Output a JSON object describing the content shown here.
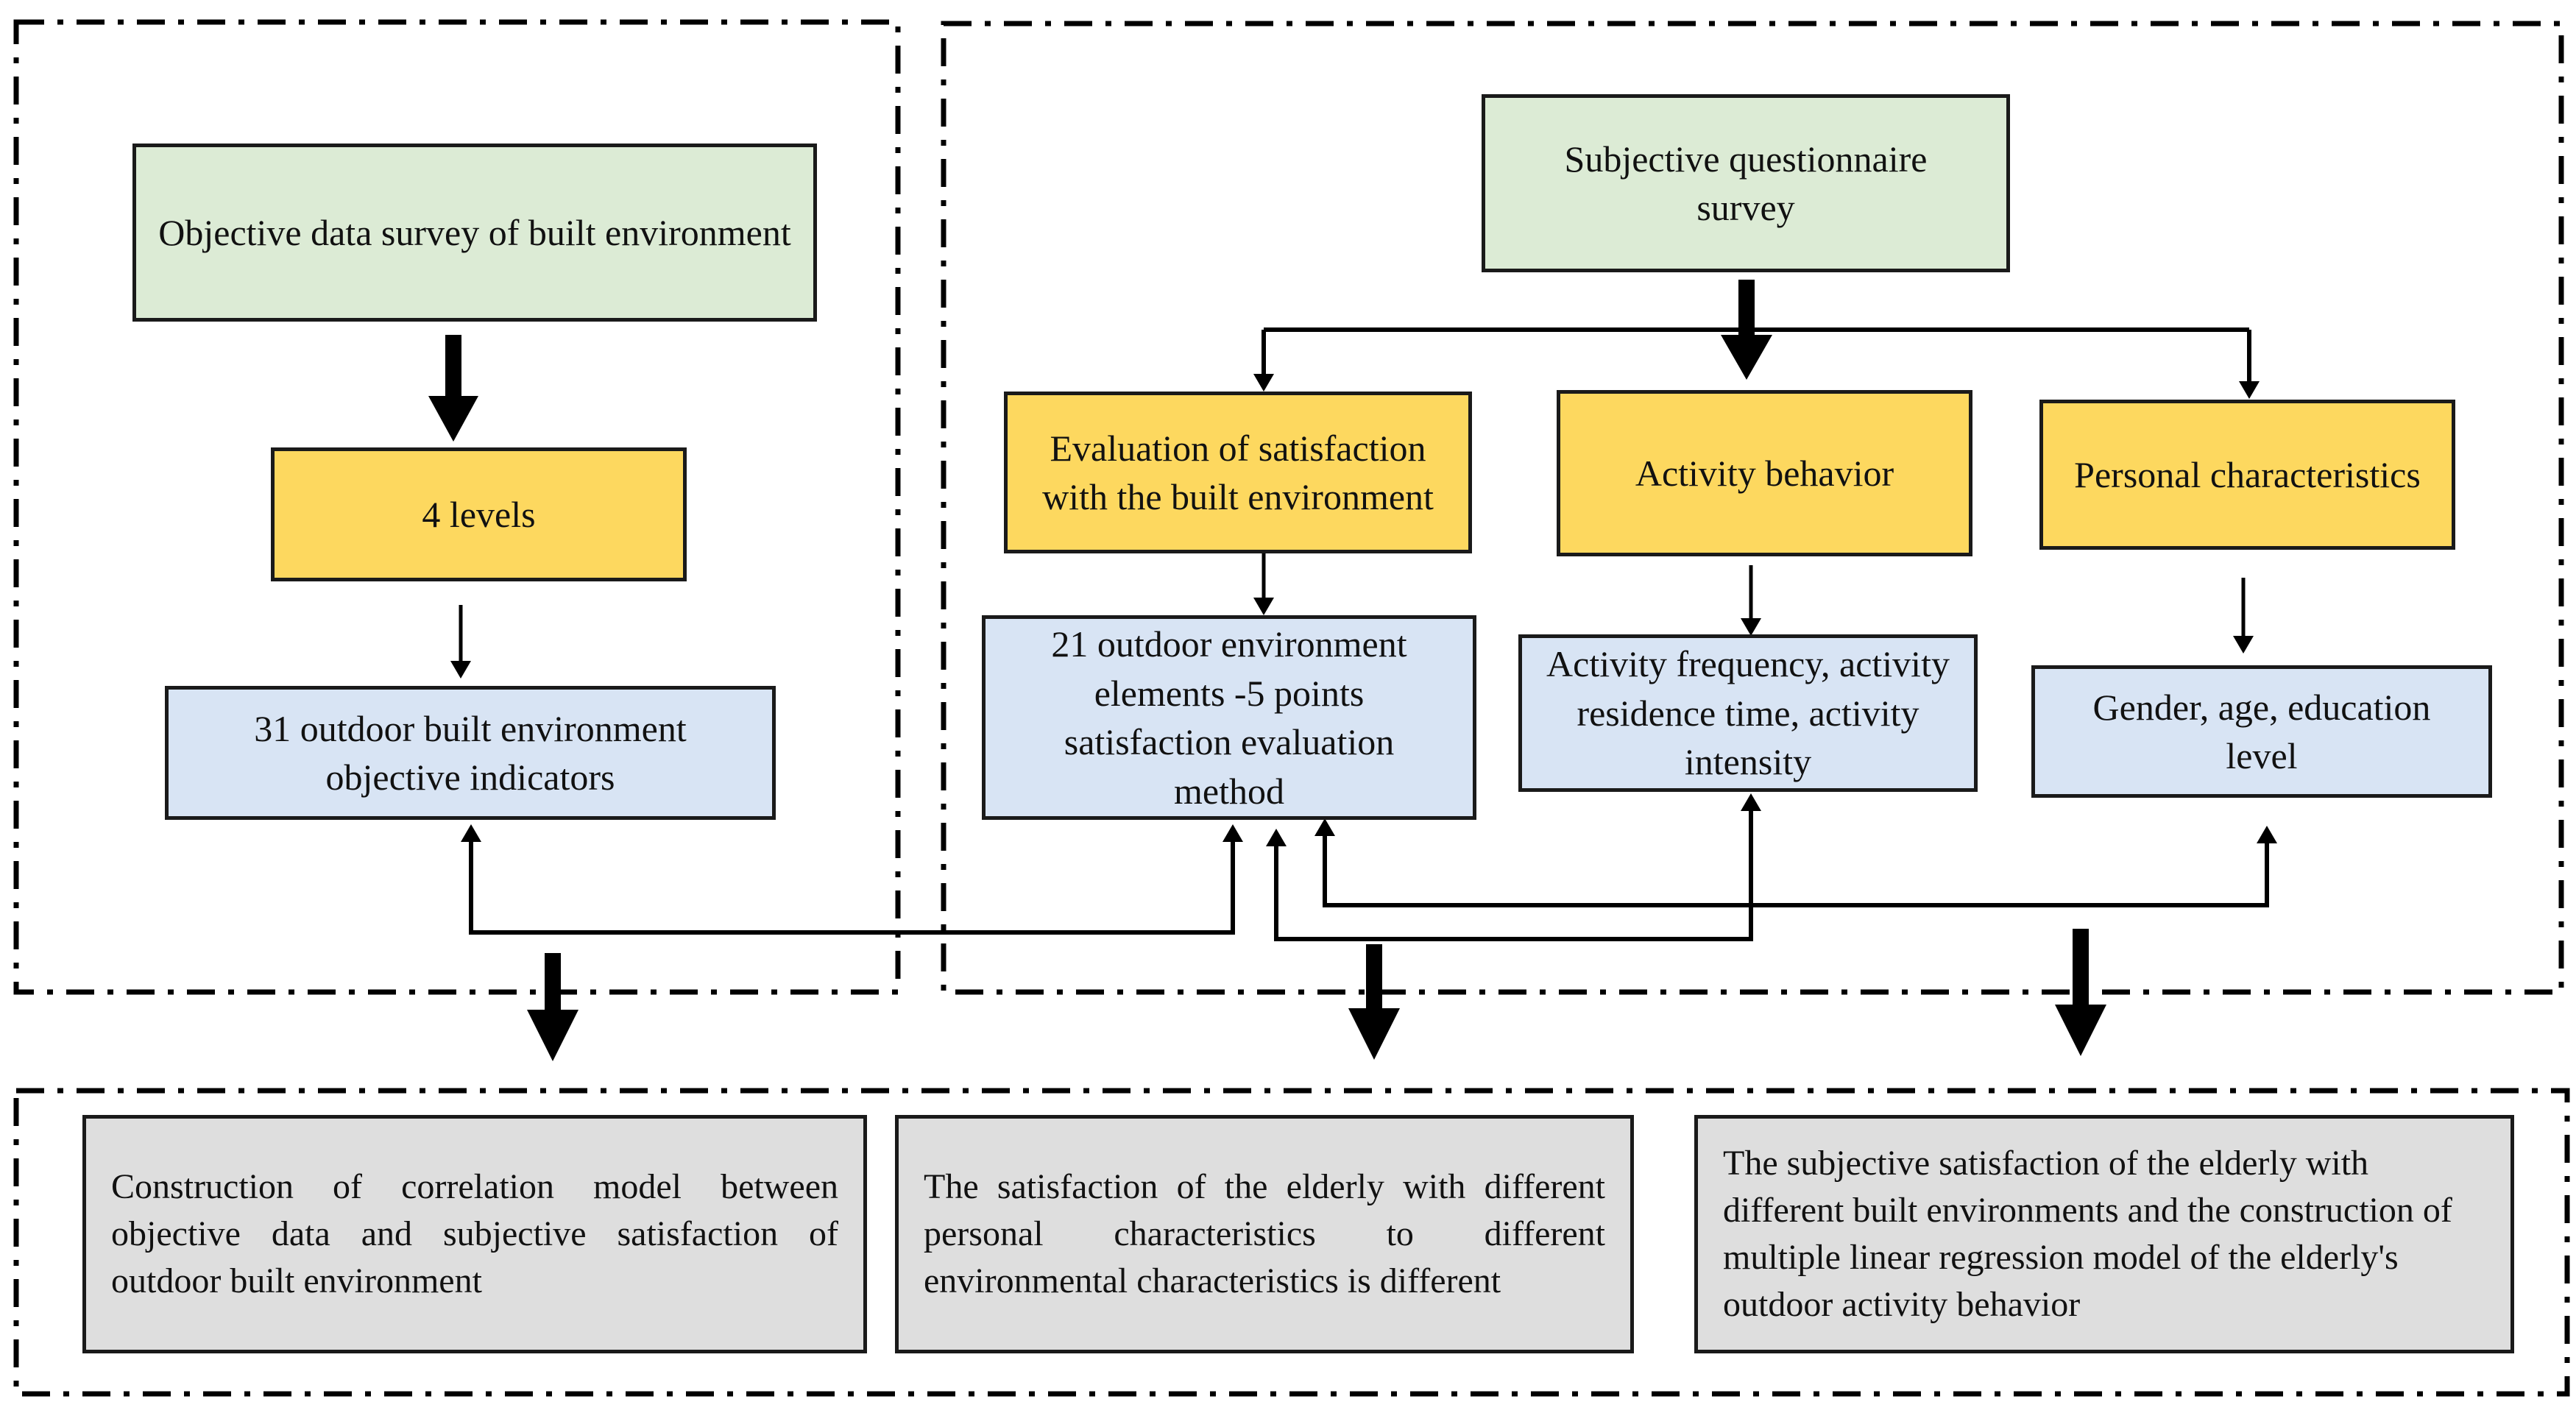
{
  "colors": {
    "objective_survey_fill": "#dcebd5",
    "category_fill": "#fdd85f",
    "indicator_fill": "#d8e4f4",
    "outcome_fill": "#dedede",
    "line": "#000000"
  },
  "left_panel": {
    "survey": "Objective data survey of built environment",
    "levels": "4 levels",
    "indicators": "31 outdoor built environment objective indicators"
  },
  "right_panel": {
    "survey": "Subjective questionnaire survey",
    "satisfaction": "Evaluation of satisfaction with the built environment",
    "activity": "Activity behavior",
    "personal": "Personal characteristics",
    "satisfaction_detail": "21 outdoor environment elements -5 points satisfaction evaluation method",
    "activity_detail": "Activity frequency, activity residence time, activity intensity",
    "personal_detail": "Gender, age, education level"
  },
  "outcomes": [
    "Construction of correlation model between objective data and subjective satisfaction of outdoor built environment",
    "The satisfaction of the elderly with different personal characteristics to different environmental characteristics is different",
    "The subjective satisfaction of the elderly with different built environments and the construction of multiple linear regression model of the elderly's outdoor activity behavior"
  ]
}
